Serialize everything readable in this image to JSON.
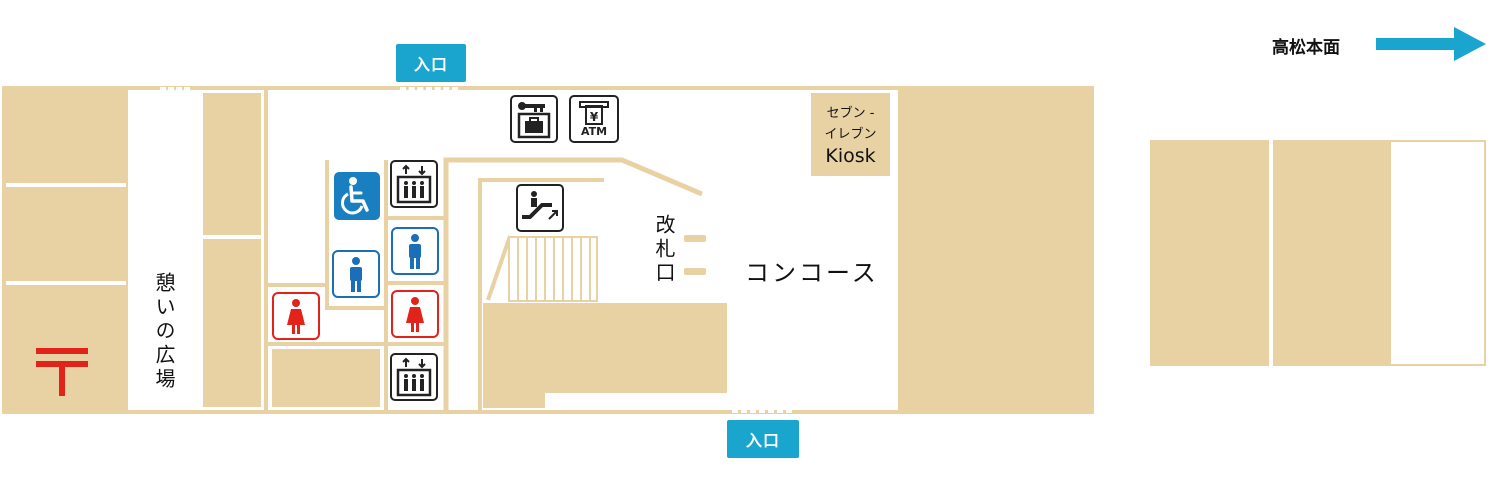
{
  "direction": {
    "label": "高松本面",
    "arrow_color": "#1aa5cf"
  },
  "entrances": {
    "top_label": "入口",
    "bottom_label": "入口",
    "color": "#1aa5cf"
  },
  "areas": {
    "plaza_label": "憩いの広場",
    "gate_label": "改札口",
    "concourse_label": "コンコース"
  },
  "shop": {
    "line1": "セブン -",
    "line2": "イレブン",
    "line3": "Kiosk"
  },
  "atm": {
    "yen_symbol": "¥",
    "label": "ATM"
  },
  "icons": [
    "coin-locker-icon",
    "atm-icon",
    "wheelchair-icon",
    "elevator-icon",
    "mens-restroom-icon",
    "womens-restroom-icon",
    "escalator-icon",
    "post-office-icon"
  ],
  "colors": {
    "building": "#e8d1a3",
    "accessible": "#1a7fc1",
    "mens": "#1a6fb8",
    "womens": "#e2231a",
    "post": "#e2231a"
  }
}
